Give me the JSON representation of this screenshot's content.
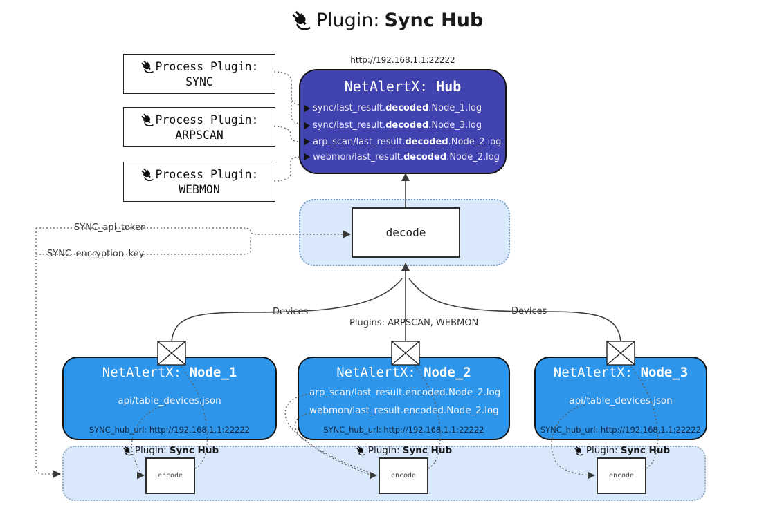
{
  "title": {
    "prefix": "Plugin:",
    "bold": "Sync Hub"
  },
  "process_plugins": [
    {
      "label": "Process Plugin:",
      "name": "SYNC"
    },
    {
      "label": "Process Plugin:",
      "name": "ARPSCAN"
    },
    {
      "label": "Process Plugin:",
      "name": "WEBMON"
    }
  ],
  "hub": {
    "url": "http://192.168.1.1:22222",
    "title_prefix": "NetAlertX: ",
    "title_bold": "Hub",
    "lines": [
      {
        "prefix": "sync/last_result.",
        "bold": "decoded",
        "suffix": ".Node_1.log"
      },
      {
        "prefix": "sync/last_result.",
        "bold": "decoded",
        "suffix": ".Node_3.log"
      },
      {
        "prefix": "arp_scan/last_result.",
        "bold": "decoded",
        "suffix": ".Node_2.log"
      },
      {
        "prefix": "webmon/last_result.",
        "bold": "decoded",
        "suffix": ".Node_2.log"
      }
    ]
  },
  "decode_label": "decode",
  "keys": {
    "api_token": "SYNC_api_token",
    "encryption_key": "SYNC_encryption_key"
  },
  "edges": {
    "devices_left": "Devices",
    "devices_right": "Devices",
    "plugins_center": "Plugins: ARPSCAN, WEBMON"
  },
  "nodes": [
    {
      "title_prefix": "NetAlertX: ",
      "title_bold": "Node_1",
      "lines": [
        "api/table_devices.json"
      ],
      "hub_url": "SYNC_hub_url: http://192.168.1.1:22222"
    },
    {
      "title_prefix": "NetAlertX: ",
      "title_bold": "Node_2",
      "lines": [
        "arp_scan/last_result.encoded.Node_2.log",
        "webmon/last_result.encoded.Node_2.log"
      ],
      "hub_url": "SYNC_hub_url: http://192.168.1.1:22222"
    },
    {
      "title_prefix": "NetAlertX: ",
      "title_bold": "Node_3",
      "lines": [
        "api/table_devices.json"
      ],
      "hub_url": "SYNC_hub_url: http://192.168.1.1:22222"
    }
  ],
  "band": {
    "plugin_label_prefix": "Plugin:",
    "plugin_label_bold": "Sync Hub",
    "encode_label": "encode"
  },
  "colors": {
    "hub_fill": "#4143b1",
    "node_fill": "#2e96ea",
    "panel_fill": "#d9e9fb",
    "panel_border": "#7d9cc4",
    "line_color": "#3f3f3f",
    "dotted_color": "#5a5a5a"
  }
}
